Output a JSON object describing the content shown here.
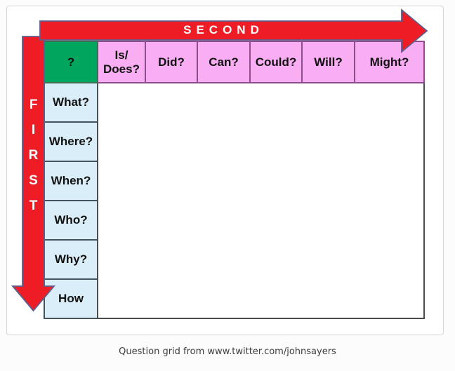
{
  "figure": {
    "horizontal_arrow": {
      "label": "SECOND"
    },
    "vertical_arrow": {
      "letters": [
        "F",
        "I",
        "R",
        "S",
        "T"
      ]
    },
    "grid": {
      "corner_symbol": "?",
      "column_headers": [
        "Is/\nDoes?",
        "Did?",
        "Can?",
        "Could?",
        "Will?",
        "Might?"
      ],
      "row_headers": [
        "What?",
        "Where?",
        "When?",
        "Who?",
        "Why?",
        "How"
      ]
    },
    "colors": {
      "arrow_red": "#EE1C25",
      "arrow_outline": "#5F5F8E",
      "corner_green": "#00A65E",
      "header_pink": "#F9AEF4",
      "row_blue": "#D9EEF8"
    }
  },
  "caption": "Question grid from www.twitter.com/johnsayers"
}
